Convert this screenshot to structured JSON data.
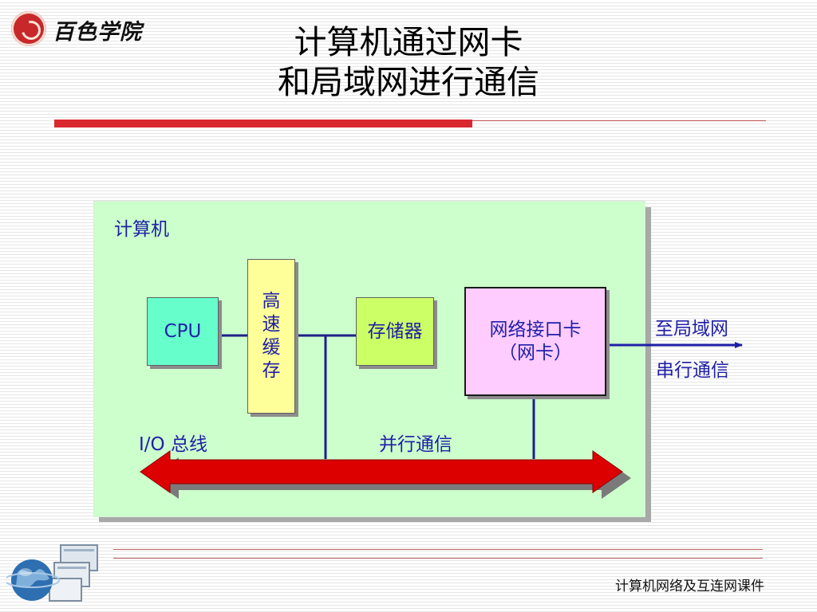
{
  "header": {
    "logo_text": "百色学院",
    "title_line1": "计算机通过网卡",
    "title_line2": "和局域网进行通信"
  },
  "diagram": {
    "panel_label": "计算机",
    "cpu_label": "CPU",
    "cache_chars": [
      "高",
      "速",
      "缓",
      "存"
    ],
    "memory_label": "存储器",
    "nic_line1": "网络接口卡",
    "nic_line2": "（网卡）",
    "io_bus_label": "I/O 总线",
    "parallel_label": "并行通信",
    "to_lan_label": "至局域网",
    "serial_label": "串行通信"
  },
  "footer": {
    "course_label": "计算机网络及互连网课件"
  },
  "colors": {
    "accent_red": "#d9282f",
    "panel_bg": "#ccffcc",
    "label_blue": "#1f1fa8",
    "cpu_fill": "#66ffcc",
    "cache_fill": "#ffff99",
    "memory_fill": "#ccff66",
    "nic_fill": "#ffccff",
    "bus_arrow": "#dd0000"
  },
  "icons": [
    "college-emblem-icon",
    "globe-computer-icon",
    "double-arrow-icon",
    "arrow-right-icon"
  ]
}
